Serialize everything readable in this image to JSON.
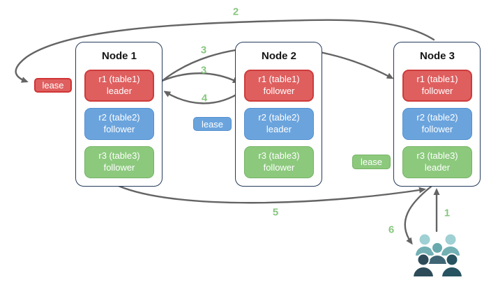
{
  "nodes": [
    {
      "title": "Node 1",
      "replicas": [
        {
          "range": "r1 (table1)",
          "role": "leader",
          "color": "red"
        },
        {
          "range": "r2 (table2)",
          "role": "follower",
          "color": "blue"
        },
        {
          "range": "r3 (table3)",
          "role": "follower",
          "color": "green"
        }
      ]
    },
    {
      "title": "Node 2",
      "replicas": [
        {
          "range": "r1 (table1)",
          "role": "follower",
          "color": "red"
        },
        {
          "range": "r2 (table2)",
          "role": "leader",
          "color": "blue"
        },
        {
          "range": "r3 (table3)",
          "role": "follower",
          "color": "green"
        }
      ]
    },
    {
      "title": "Node 3",
      "replicas": [
        {
          "range": "r1 (table1)",
          "role": "follower",
          "color": "red"
        },
        {
          "range": "r2 (table2)",
          "role": "follower",
          "color": "blue"
        },
        {
          "range": "r3 (table3)",
          "role": "leader",
          "color": "green"
        }
      ]
    }
  ],
  "leases": {
    "red": "lease",
    "blue": "lease",
    "green": "lease"
  },
  "steps": {
    "s1": "1",
    "s2": "2",
    "s3a": "3",
    "s3b": "3",
    "s4": "4",
    "s5": "5",
    "s6": "6"
  },
  "icons": {
    "users": "users-icon"
  },
  "colors": {
    "replica_red": "#df5f5f",
    "replica_red_border": "#cf3b3b",
    "replica_blue": "#6ba4dd",
    "replica_blue_border": "#5590cf",
    "replica_green": "#8cc97d",
    "replica_green_border": "#74b364",
    "node_border": "#24395b",
    "arrow": "#646464",
    "step_label": "#87c77e",
    "user_back_head": "#9fd0d4",
    "user_back_body": "#72b0b4",
    "user_mid_head": "#69a9ad",
    "user_mid_body": "#3f6675",
    "user_front_left": "#2e4b59",
    "user_front_right": "#275460"
  }
}
